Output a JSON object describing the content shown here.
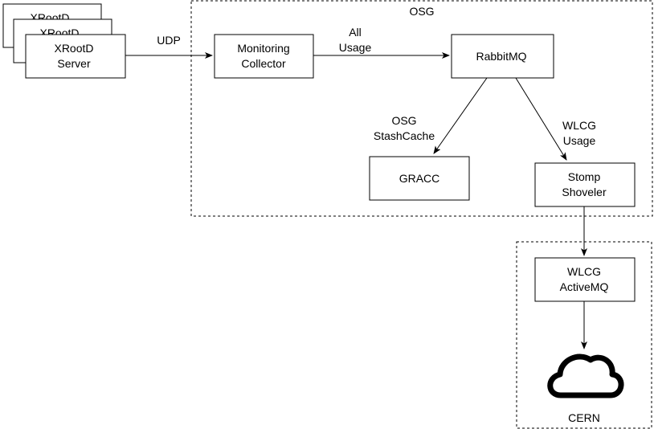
{
  "groups": {
    "osg": {
      "label": "OSG"
    },
    "cern": {
      "label": "CERN"
    }
  },
  "nodes": {
    "xrootd_back2": {
      "label": "XRootD"
    },
    "xrootd_back1": {
      "label": "XRootD"
    },
    "xrootd_server": {
      "line1": "XRootD",
      "line2": "Server"
    },
    "monitoring_collector": {
      "line1": "Monitoring",
      "line2": "Collector"
    },
    "rabbitmq": {
      "label": "RabbitMQ"
    },
    "gracc": {
      "label": "GRACC"
    },
    "stomp_shoveler": {
      "line1": "Stomp",
      "line2": "Shoveler"
    },
    "wlcg_activemq": {
      "line1": "WLCG",
      "line2": "ActiveMQ"
    }
  },
  "edges": {
    "udp": {
      "label": "UDP"
    },
    "all_usage": {
      "line1": "All",
      "line2": "Usage"
    },
    "osg_stashcache": {
      "line1": "OSG",
      "line2": "StashCache"
    },
    "wlcg_usage": {
      "line1": "WLCG",
      "line2": "Usage"
    }
  },
  "icons": {
    "cloud": "cloud-icon"
  }
}
